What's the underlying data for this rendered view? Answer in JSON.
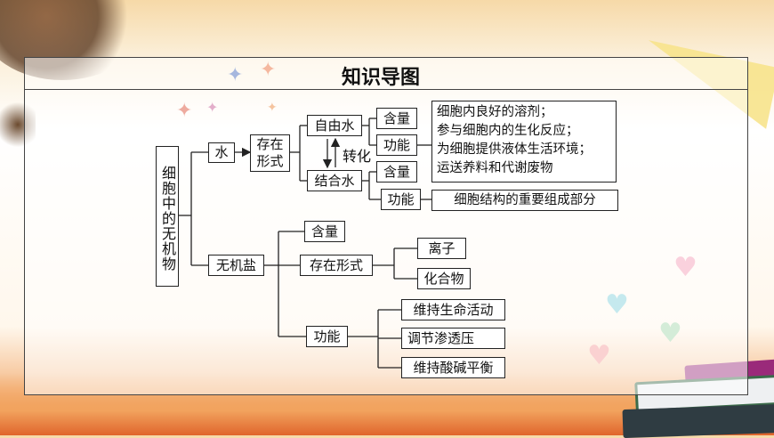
{
  "title": "知识导图",
  "root": "细胞中的无机物",
  "water": {
    "label": "水",
    "form_label": "存在形式",
    "free_water": "自由水",
    "bound_water": "结合水",
    "conversion": "转化",
    "free_content": "含量",
    "free_function": "功能",
    "free_function_lines": [
      "细胞内良好的溶剂；",
      "参与细胞内的生化反应；",
      "为细胞提供液体生活环境；",
      "运送养料和代谢废物"
    ],
    "bound_content": "含量",
    "bound_function": "功能",
    "bound_function_text": "细胞结构的重要组成部分"
  },
  "salt": {
    "label": "无机盐",
    "content": "含量",
    "form_label": "存在形式",
    "ion": "离子",
    "compound": "化合物",
    "function": "功能",
    "functions": [
      "维持生命活动",
      "调节渗透压",
      "维持酸碱平衡"
    ]
  }
}
